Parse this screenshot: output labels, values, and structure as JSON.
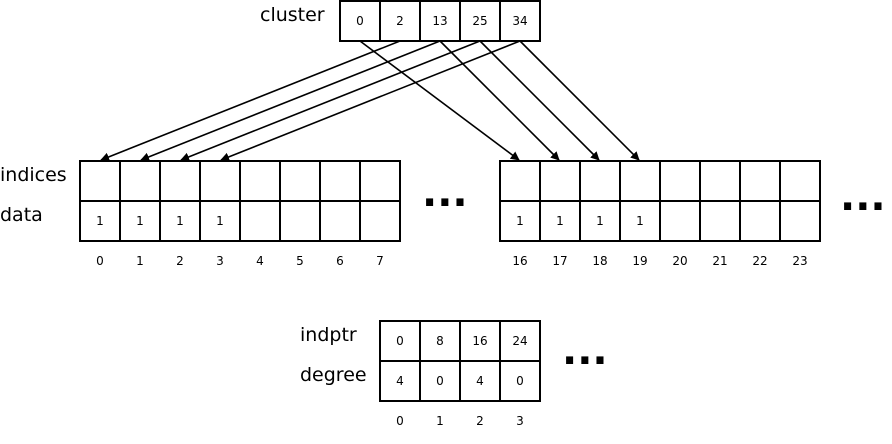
{
  "labels": {
    "cluster": "cluster",
    "indices": "indices",
    "data": "data",
    "indptr": "indptr",
    "degree": "degree"
  },
  "ellipsis": "...",
  "cluster": [
    "0",
    "2",
    "13",
    "25",
    "34"
  ],
  "block_left": {
    "data": [
      "1",
      "1",
      "1",
      "1",
      "",
      "",
      "",
      ""
    ],
    "positions": [
      "0",
      "1",
      "2",
      "3",
      "4",
      "5",
      "6",
      "7"
    ]
  },
  "block_right": {
    "data": [
      "1",
      "1",
      "1",
      "1",
      "",
      "",
      "",
      ""
    ],
    "positions": [
      "16",
      "17",
      "18",
      "19",
      "20",
      "21",
      "22",
      "23"
    ]
  },
  "node_table": {
    "indptr": [
      "0",
      "8",
      "16",
      "24"
    ],
    "degree": [
      "4",
      "0",
      "4",
      "0"
    ],
    "positions": [
      "0",
      "1",
      "2",
      "3"
    ]
  }
}
